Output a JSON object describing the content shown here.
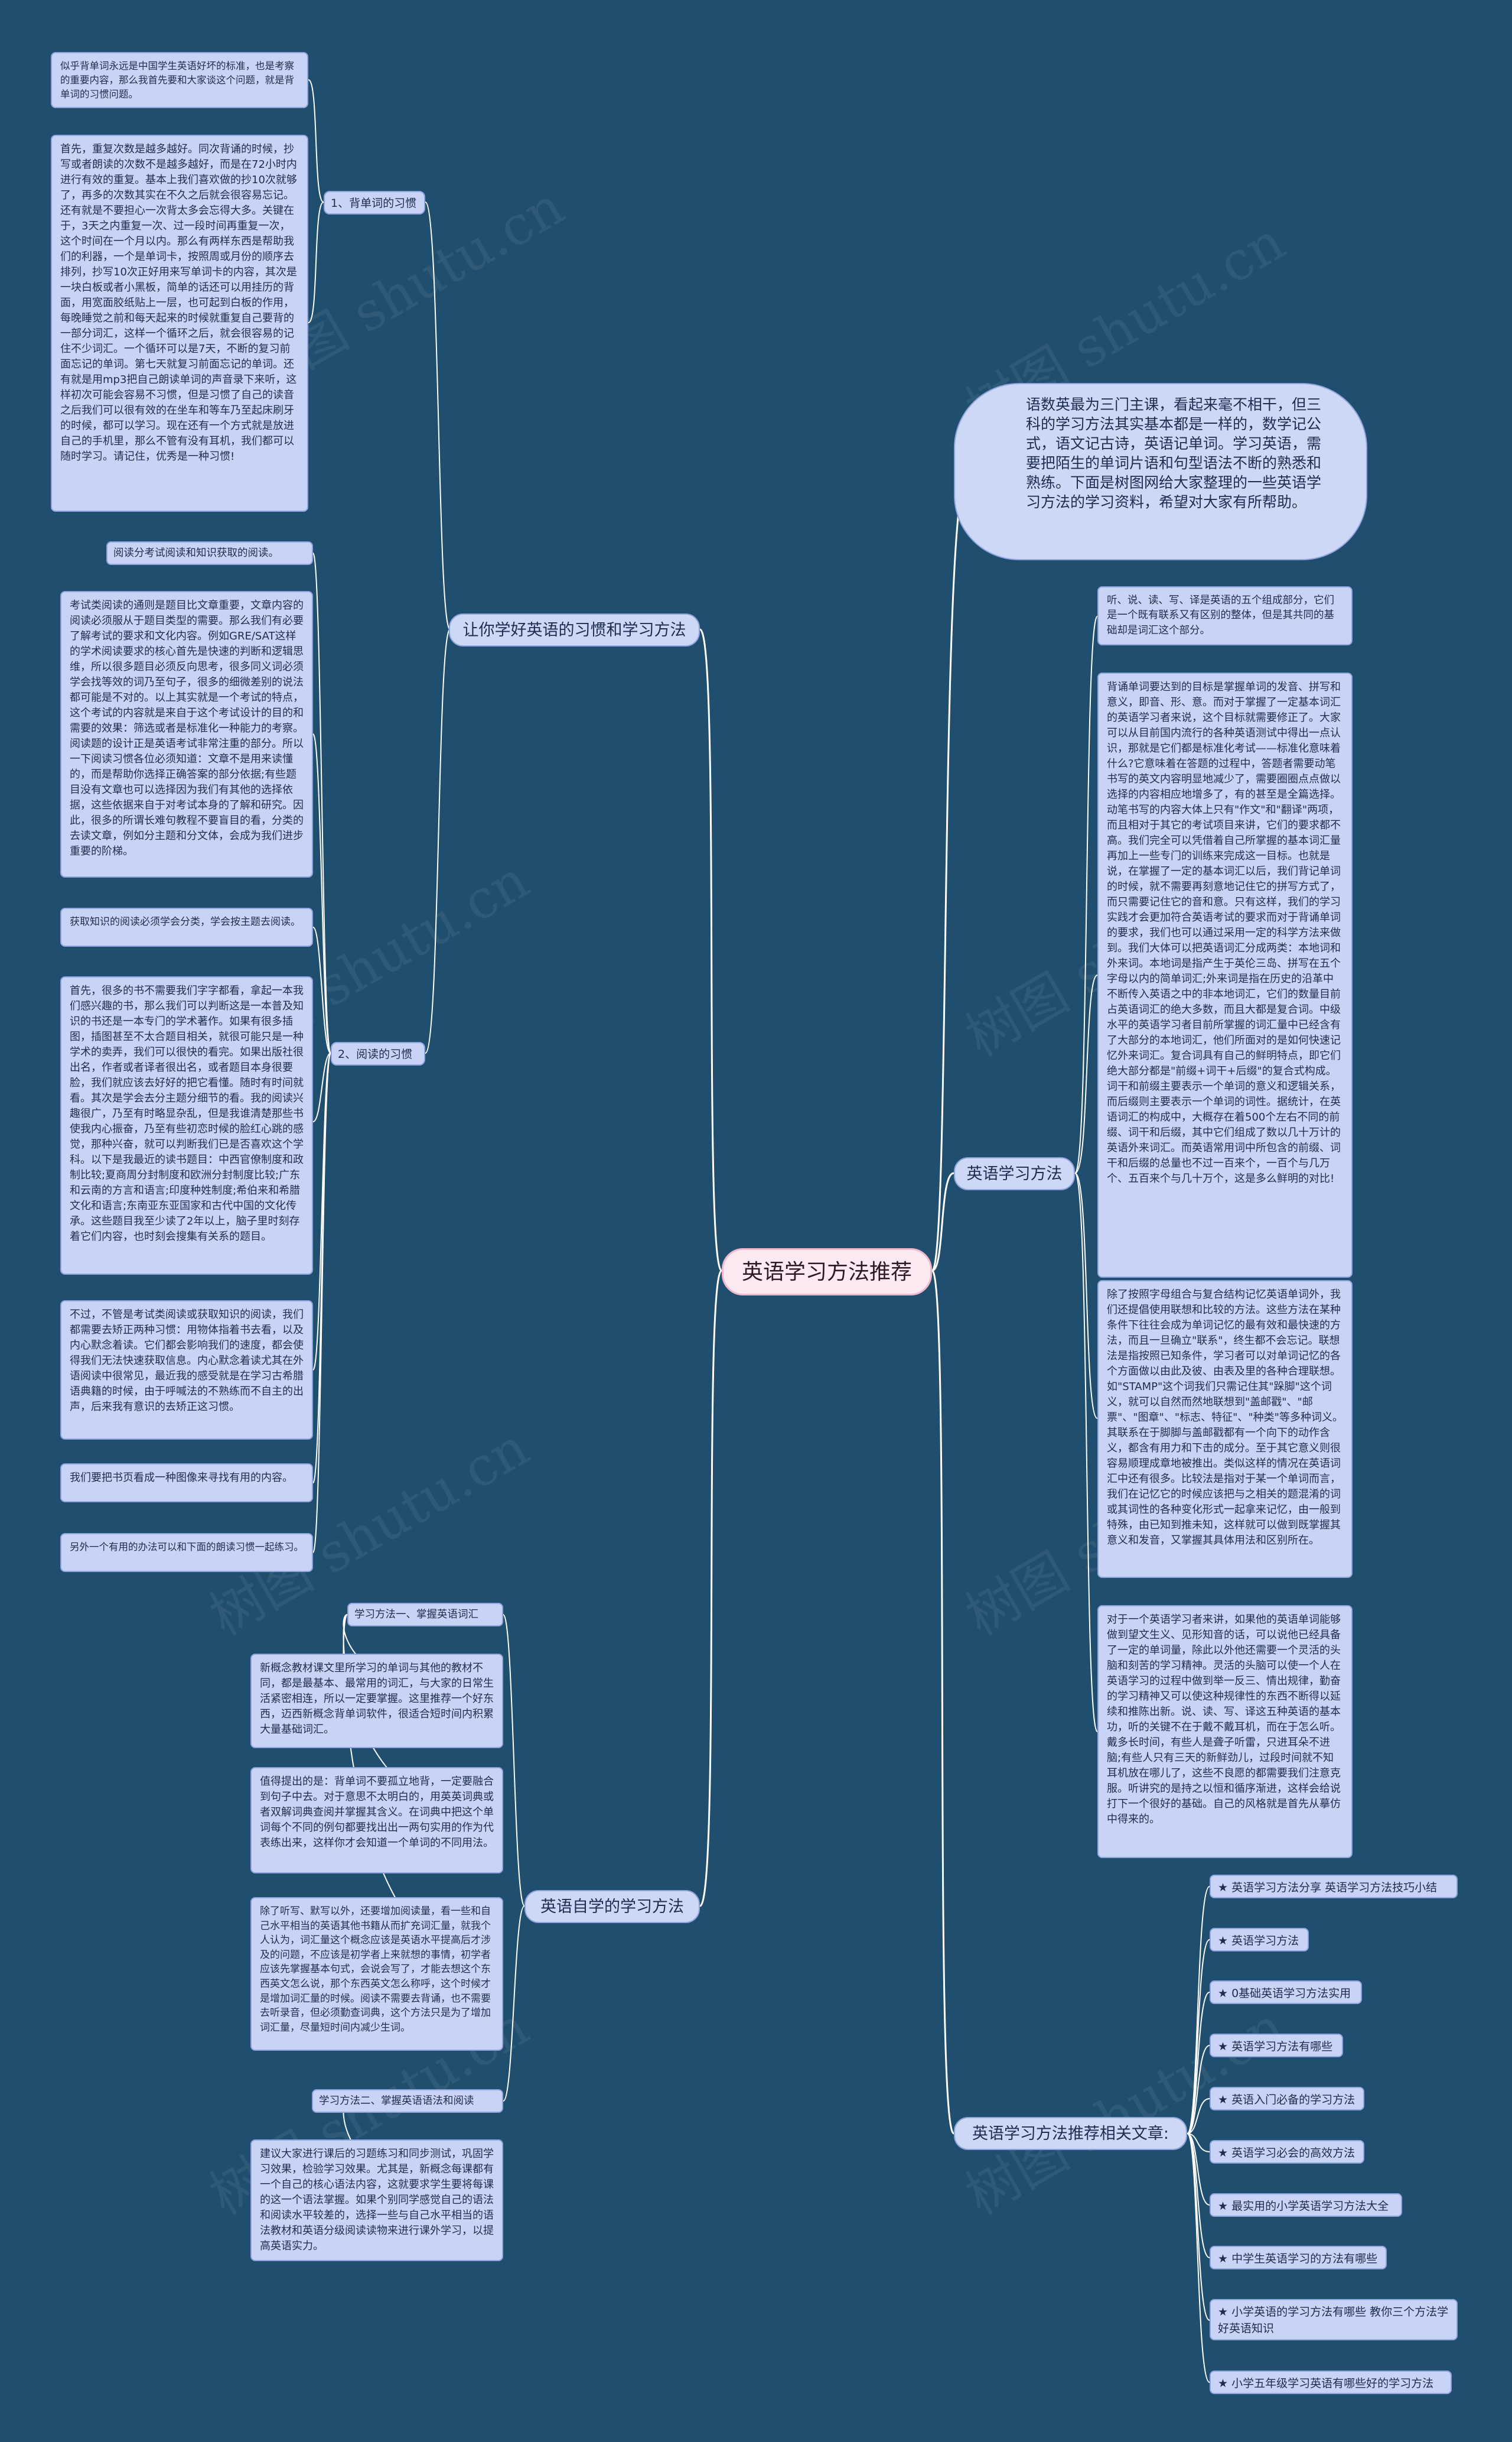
{
  "center": "英语学习方法推荐",
  "intro": "语数英最为三门主课，看起来毫不相干，但三科的学习方法其实基本都是一样的，数学记公式，语文记古诗，英语记单词。学习英语，需要把陌生的单词片语和句型语法不断的熟悉和熟练。下面是树图网给大家整理的一些英语学习方法的学习资料，希望对大家有所帮助。",
  "branches": {
    "habits": "让你学好英语的习惯和学习方法",
    "method": "英语学习方法",
    "self": "英语自学的学习方法",
    "links_title": "英语学习方法推荐相关文章:"
  },
  "habits": {
    "sub1": "1、背单词的习惯",
    "sub2": "2、阅读的习惯",
    "s1a": "似乎背单词永远是中国学生英语好坏的标准，也是考察的重要内容，那么我首先要和大家谈这个问题，就是背单词的习惯问题。",
    "s1b": "首先，重复次数是越多越好。同次背诵的时候，抄写或者朗读的次数不是越多越好，而是在72小时内进行有效的重复。基本上我们喜欢做的抄10次就够了，再多的次数其实在不久之后就会很容易忘记。还有就是不要担心一次背太多会忘得大多。关键在于，3天之内重复一次、过一段时间再重复一次，这个时间在一个月以内。那么有两样东西是帮助我们的利器，一个是单词卡，按照周或月份的顺序去排列，抄写10次正好用来写单词卡的内容，其次是一块白板或者小黑板，简单的话还可以用挂历的背面，用宽面胶纸贴上一层，也可起到白板的作用，每晚睡觉之前和每天起来的时候就重复自己要背的一部分词汇，这样一个循环之后，就会很容易的记住不少词汇。一个循环可以是7天，不断的复习前面忘记的单词。第七天就复习前面忘记的单词。还有就是用mp3把自己朗读单词的声音录下来听，这样初次可能会容易不习惯，但是习惯了自己的读音之后我们可以很有效的在坐车和等车乃至起床刷牙的时候，都可以学习。现在还有一个方式就是放进自己的手机里，那么不管有没有耳机，我们都可以随时学习。请记住，优秀是一种习惯!",
    "s2a": "阅读分考试阅读和知识获取的阅读。",
    "s2b": "考试类阅读的通则是题目比文章重要，文章内容的阅读必须服从于题目类型的需要。那么我们有必要了解考试的要求和文化内容。例如GRE/SAT这样的学术阅读要求的核心首先是快速的判断和逻辑思维，所以很多题目必须反向思考，很多同义词必须学会找等效的词乃至句子，很多的细微差别的说法都可能是不对的。以上其实就是一个考试的特点，这个考试的内容就是来自于这个考试设计的目的和需要的效果：筛选或者是标准化一种能力的考察。阅读题的设计正是英语考试非常注重的部分。所以一下阅读习惯各位必须知道：文章不是用来读懂的，而是帮助你选择正确答案的部分依据;有些题目没有文章也可以选择因为我们有其他的选择依据，这些依据来自于对考试本身的了解和研究。因此，很多的所谓长难句教程不要盲目的看，分类的去读文章，例如分主题和分文体，会成为我们进步重要的阶梯。",
    "s2c": "获取知识的阅读必须学会分类，学会按主题去阅读。",
    "s2d": "首先，很多的书不需要我们字字都看，拿起一本我们感兴趣的书，那么我们可以判断这是一本普及知识的书还是一本专门的学术著作。如果有很多插图，插图甚至不太合题目相关，就很可能只是一种学术的卖弄，我们可以很快的看完。如果出版社很出名，作者或者译者很出名，或者题目本身很要脸，我们就应该去好好的把它看懂。随时有时间就看。其次是学会去分主题分细节的看。我的阅读兴趣很广，乃至有时略显杂乱，但是我谁清楚那些书使我内心振奋，乃至有些初恋时候的脸红心跳的感觉，那种兴奋，就可以判断我们已是否喜欢这个学科。以下是我最近的读书题目：中西官僚制度和政制比较;夏商周分封制度和欧洲分封制度比较;广东和云南的方言和语言;印度种姓制度;希伯来和希腊文化和语言;东南亚东亚国家和古代中国的文化传承。这些题目我至少读了2年以上，脑子里时刻存着它们内容，也时刻会搜集有关系的题目。",
    "s2e": "不过，不管是考试类阅读或获取知识的阅读，我们都需要去矫正两种习惯：用物体指着书去看，以及内心默念着读。它们都会影响我们的速度，都会使得我们无法快速获取信息。内心默念着读尤其在外语阅读中很常见，最近我的感受就是在学习古希腊语典籍的时候，由于呼喊法的不熟练而不自主的出声，后来我有意识的去矫正这习惯。",
    "s2f": "我们要把书页看成一种图像来寻找有用的内容。",
    "s2g": "另外一个有用的办法可以和下面的朗读习惯一起练习。"
  },
  "method": {
    "p1": "听、说、读、写、译是英语的五个组成部分，它们是一个既有联系又有区别的整体，但是其共同的基础却是词汇这个部分。",
    "p2": "背诵单词要达到的目标是掌握单词的发音、拼写和意义，即音、形、意。而对于掌握了一定基本词汇的英语学习者来说，这个目标就需要修正了。大家可以从目前国内流行的各种英语测试中得出一点认识，那就是它们都是标准化考试——标准化意味着什么?它意味着在答题的过程中，答题者需要动笔书写的英文内容明显地减少了，需要圈圈点点做以选择的内容相应地增多了，有的甚至是全篇选择。动笔书写的内容大体上只有\"作文\"和\"翻译\"两项，而且相对于其它的考试项目来讲，它们的要求都不高。我们完全可以凭借着自己所掌握的基本词汇量再加上一些专门的训练来完成这一目标。也就是说，在掌握了一定的基本词汇以后，我们背记单词的时候，就不需要再刻意地记住它的拼写方式了，而只需要记住它的音和意。只有这样，我们的学习实践才会更加符合英语考试的要求而对于背诵单词的要求，我们也可以通过采用一定的科学方法来做到。我们大体可以把英语词汇分成两类：本地词和外来词。本地词是指产生于英伦三岛、拼写在五个字母以内的简单词汇;外来词是指在历史的沿革中不断传入英语之中的非本地词汇，它们的数量目前占英语词汇的绝大多数，而且大都是复合词。中级水平的英语学习者目前所掌握的词汇量中已经含有了大部分的本地词汇，他们所面对的是如何快速记忆外来词汇。复合词具有自己的鲜明特点，即它们绝大部分都是\"前缀+词干+后缀\"的复合式构成。词干和前缀主要表示一个单词的意义和逻辑关系，而后缀则主要表示一个单词的词性。据统计，在英语词汇的构成中，大概存在着500个左右不同的前缀、词干和后缀，其中它们组成了数以几十万计的英语外来词汇。而英语常用词中所包含的前缀、词干和后缀的总量也不过一百来个，一百个与几万个、五百来个与几十万个，这是多么鲜明的对比!",
    "p3": "除了按照字母组合与复合结构记忆英语单词外，我们还提倡使用联想和比较的方法。这些方法在某种条件下往往会成为单词记忆的最有效和最快速的方法，而且一旦确立\"联系\"，终生都不会忘记。联想法是指按照已知条件，学习者可以对单词记忆的各个方面做以由此及彼、由表及里的各种合理联想。如\"STAMP\"这个词我们只需记住其\"跺脚\"这个词义，就可以自然而然地联想到\"盖邮戳\"、\"邮票\"、\"图章\"、\"标志、特征\"、\"种类\"等多种词义。其联系在于脚脚与盖邮戳都有一个向下的动作含义，都含有用力和下击的成分。至于其它意义则很容易顺理成章地被推出。类似这样的情况在英语词汇中还有很多。比较法是指对于某一个单词而言，我们在记忆它的时候应该把与之相关的题混淆的词或其词性的各种变化形式一起拿来记忆，由一般到特殊，由已知到推未知，这样就可以做到既掌握其意义和发音，又掌握其具体用法和区别所在。",
    "p4": "对于一个英语学习者来讲，如果他的英语单词能够做到望文生义、见形知音的话，可以说他已经具备了一定的单词量，除此以外他还需要一个灵活的头脑和刻苦的学习精神。灵活的头脑可以使一个人在英语学习的过程中做到举一反三、情出规律，勤奋的学习精神又可以使这种规律性的东西不断得以延续和推陈出新。说、读、写、译这五种英语的基本功，听的关键不在于戴不戴耳机，而在于怎么听。戴多长时间，有些人是聋子听雷，只进耳朵不进脑;有些人只有三天的新鲜劲儿，过段时间就不知耳机放在哪儿了，这些不良愿的都需要我们注意克服。听讲究的是持之以恒和循序渐进，这样会给说打下一个很好的基础。自己的风格就是首先从摹仿中得来的。"
  },
  "self": {
    "t1": "学习方法一、掌握英语词汇",
    "a": "新概念教材课文里所学习的单词与其他的教材不同，都是最基本、最常用的词汇，与大家的日常生活紧密相连，所以一定要掌握。这里推荐一个好东西，迈西新概念背单词软件，很适合短时间内积累大量基础词汇。",
    "b": "值得提出的是：背单词不要孤立地背，一定要融合到句子中去。对于意思不太明白的，用英英词典或者双解词典查阅并掌握其含义。在词典中把这个单词每个不同的例句都要找出出一两句实用的作为代表练出来，这样你才会知道一个单词的不同用法。",
    "c": "除了听写、默写以外，还要增加阅读量，看一些和自己水平相当的英语其他书籍从而扩充词汇量，就我个人认为，词汇量这个概念应该是英语水平提高后才涉及的问题，不应该是初学者上来就想的事情，初学者应该先掌握基本句式，会说会写了，才能去想这个东西英文怎么说，那个东西英文怎么称呼，这个时候才是增加词汇量的时候。阅读不需要去背诵，也不需要去听录音，但必须勤查词典，这个方法只是为了增加词汇量，尽量短时间内减少生词。",
    "t2": "学习方法二、掌握英语语法和阅读",
    "d": "建议大家进行课后的习题练习和同步测试，巩固学习效果，检验学习效果。尤其是，新概念每课都有一个自己的核心语法内容，这就要求学生要将每课的这一个语法掌握。如果个别同学感觉自己的语法和阅读水平较差的，选择一些与自己水平相当的语法教材和英语分级阅读读物来进行课外学习，以提高英语实力。"
  },
  "links": [
    "★ 英语学习方法分享 英语学习方法技巧小结",
    "★ 英语学习方法",
    "★ 0基础英语学习方法实用",
    "★ 英语学习方法有哪些",
    "★ 英语入门必备的学习方法",
    "★ 英语学习必会的高效方法",
    "★ 最实用的小学英语学习方法大全",
    "★ 中学生英语学习的方法有哪些",
    "★ 小学英语的学习方法有哪些 教你三个方法学好英语知识",
    "★ 小学五年级学习英语有哪些好的学习方法"
  ],
  "watermark": "树图 shutu.cn",
  "colors": {
    "background": "#1f4e6e",
    "node_fill": "#c8d3f5",
    "node_border": "#8fa3dd",
    "center_fill": "#fde9f1",
    "edge": "#ffffff"
  }
}
